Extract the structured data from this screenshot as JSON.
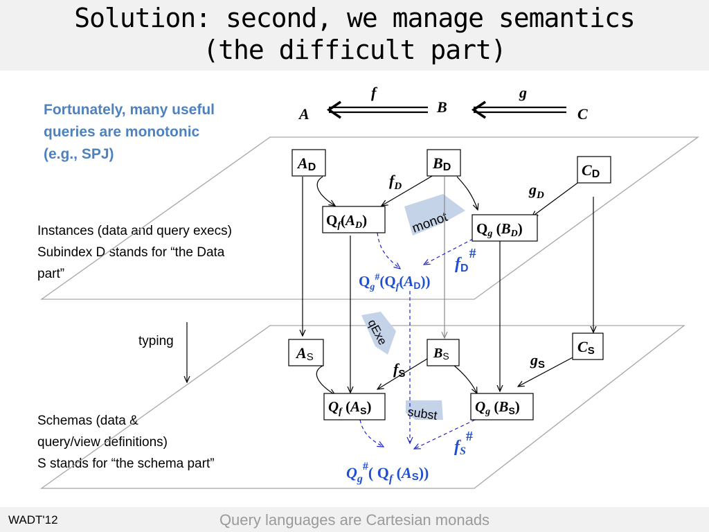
{
  "title": {
    "line1": "Solution: second, we manage semantics",
    "line2": "(the  difficult part)"
  },
  "note": {
    "blue_lines": [
      "Fortunately, many useful",
      "queries are monotonic",
      "(e.g., SPJ)"
    ],
    "instances_lines": [
      "Instances (data and query execs)",
      "Subindex D stands for “the Data",
      "part”"
    ],
    "schemas_lines": [
      "Schemas (data &",
      "query/view  definitions)",
      "S stands for “the schema part”"
    ],
    "typing": "typing"
  },
  "top": {
    "A": "A",
    "B": "B",
    "C": "C",
    "f": "f",
    "g": "g"
  },
  "data_plane": {
    "AD": {
      "main": "A",
      "sub": "D"
    },
    "BD": {
      "main": "B",
      "sub": "D"
    },
    "CD": {
      "main": "C",
      "sub": "D"
    },
    "QfAD": {
      "q": "Q",
      "qsub": "f",
      "open": "(",
      "arg": "A",
      "argsub": "D",
      "close": ")"
    },
    "QgBD": {
      "q": "Q",
      "qsub": "g",
      "open": " (",
      "arg": "B",
      "argsub": "D",
      "close": ")"
    },
    "fD": {
      "main": "f",
      "sub": "D"
    },
    "gD": {
      "main": "g",
      "sub": "D"
    },
    "fD_hash": {
      "main": "f",
      "sub": "D",
      "sup": "#"
    },
    "monot": "monot",
    "result": {
      "q": "Q",
      "qsub": "g",
      "sup": "#",
      "mid": "(Q",
      "fsub": "f",
      "paren": "(",
      "arg": "A",
      "argsub": "D",
      "close": "))"
    }
  },
  "schema_plane": {
    "AS": {
      "main": "A",
      "sub": "S"
    },
    "BS": {
      "main": "B",
      "sub": "S"
    },
    "CS": {
      "main": "C",
      "sub": "S"
    },
    "QfAS": {
      "q": "Q",
      "qsub": "f",
      "open": " (",
      "arg": "A",
      "argsub": "S",
      "close": ")"
    },
    "QgBS": {
      "q": "Q",
      "qsub": "g",
      "open": " (",
      "arg": "B",
      "argsub": "S",
      "close": ")"
    },
    "fS": {
      "main": "f",
      "sub": "S"
    },
    "gS": {
      "main": "g",
      "sub": "S"
    },
    "fS_hash": {
      "main": "f",
      "sub": "S",
      "sup": "#"
    },
    "qExe": "qExe",
    "subst": "subst",
    "result": {
      "q": "Q",
      "qsub": "g",
      "sup": "#",
      "mid": "( Q",
      "fsub": "f",
      "paren": " (",
      "arg": "A",
      "argsub": "S",
      "close": "))"
    }
  },
  "footer": {
    "left": "WADT'12",
    "center": "Query languages are Cartesian monads"
  },
  "colors": {
    "blue": "#4f81bd",
    "dashed": "#2222cc",
    "label_blue": "#1f4fd0",
    "tag_bg": "#c5d3e8"
  }
}
